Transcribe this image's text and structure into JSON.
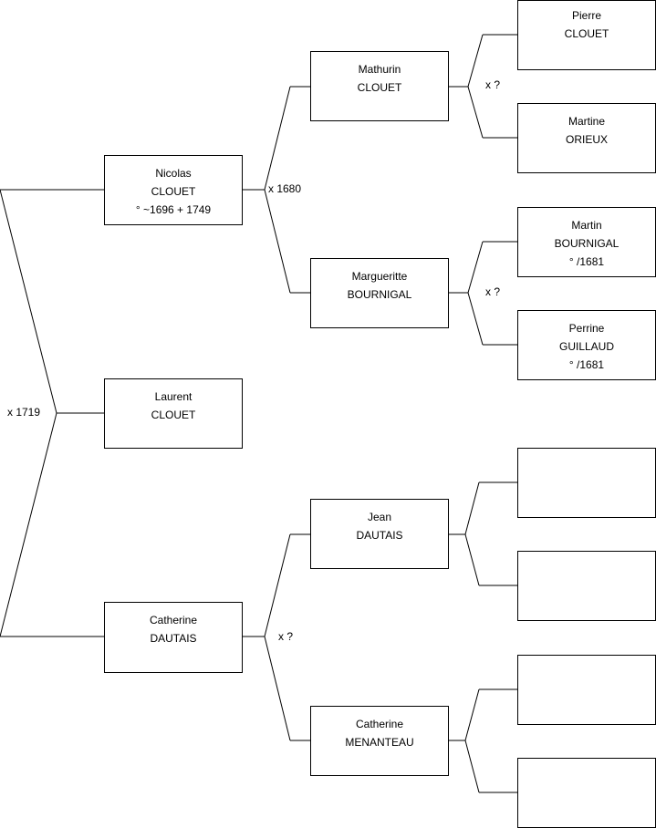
{
  "persons": {
    "laurent": {
      "first": "Laurent",
      "last": "CLOUET",
      "dates": ""
    },
    "nicolas": {
      "first": "Nicolas",
      "last": "CLOUET",
      "dates": "° ~1696 + 1749"
    },
    "catherine_d": {
      "first": "Catherine",
      "last": "DAUTAIS",
      "dates": ""
    },
    "mathurin": {
      "first": "Mathurin",
      "last": "CLOUET",
      "dates": ""
    },
    "marguerite": {
      "first": "Margueritte",
      "last": "BOURNIGAL",
      "dates": ""
    },
    "jean": {
      "first": "Jean",
      "last": "DAUTAIS",
      "dates": ""
    },
    "catherine_m": {
      "first": "Catherine",
      "last": "MENANTEAU",
      "dates": ""
    },
    "pierre": {
      "first": "Pierre",
      "last": "CLOUET",
      "dates": ""
    },
    "martine": {
      "first": "Martine",
      "last": "ORIEUX",
      "dates": ""
    },
    "martin": {
      "first": "Martin",
      "last": "BOURNIGAL",
      "dates": "° /1681"
    },
    "perrine": {
      "first": "Perrine",
      "last": "GUILLAUD",
      "dates": "° /1681"
    },
    "empty1": {
      "first": "",
      "last": "",
      "dates": ""
    },
    "empty2": {
      "first": "",
      "last": "",
      "dates": ""
    },
    "empty3": {
      "first": "",
      "last": "",
      "dates": ""
    },
    "empty4": {
      "first": "",
      "last": "",
      "dates": ""
    }
  },
  "unions": {
    "parents": "x 1719",
    "nicolas_parents": "x 1680",
    "catherine_parents": "x ?",
    "mathurin_parents": "x ?",
    "marguerite_parents": "x ?"
  }
}
